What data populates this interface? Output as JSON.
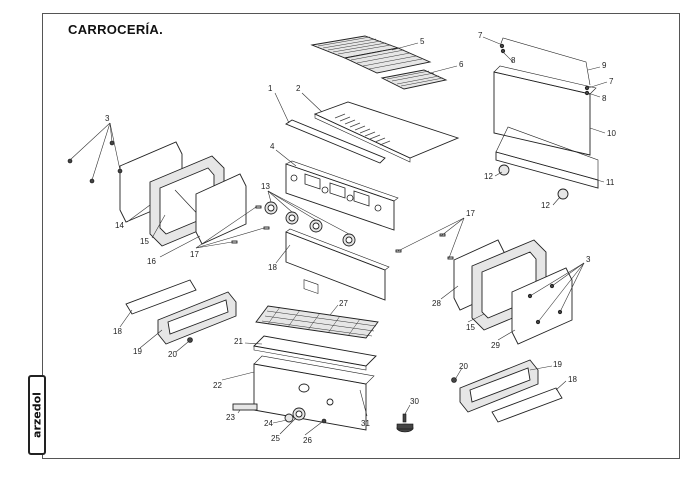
{
  "title": "CARROCERÍA.",
  "brand_logo_text": "arzedol",
  "callout_labels": {
    "c1": "1",
    "c2": "2",
    "c3a": "3",
    "c3b": "3",
    "c4": "4",
    "c5": "5",
    "c6": "6",
    "c7a": "7",
    "c7b": "7",
    "c8a": "8",
    "c8b": "8",
    "c9": "9",
    "c10": "10",
    "c11": "11",
    "c12a": "12",
    "c12b": "12",
    "c13": "13",
    "c14": "14",
    "c15a": "15",
    "c15b": "15",
    "c16": "16",
    "c17a": "17",
    "c17b": "17",
    "c18a": "18",
    "c18b": "18",
    "c18c": "18",
    "c19a": "19",
    "c19b": "19",
    "c20a": "20",
    "c20b": "20",
    "c21": "21",
    "c22": "22",
    "c23": "23",
    "c24": "24",
    "c25": "25",
    "c26": "26",
    "c27": "27",
    "c28": "28",
    "c29": "29",
    "c30": "30",
    "c31": "31"
  }
}
